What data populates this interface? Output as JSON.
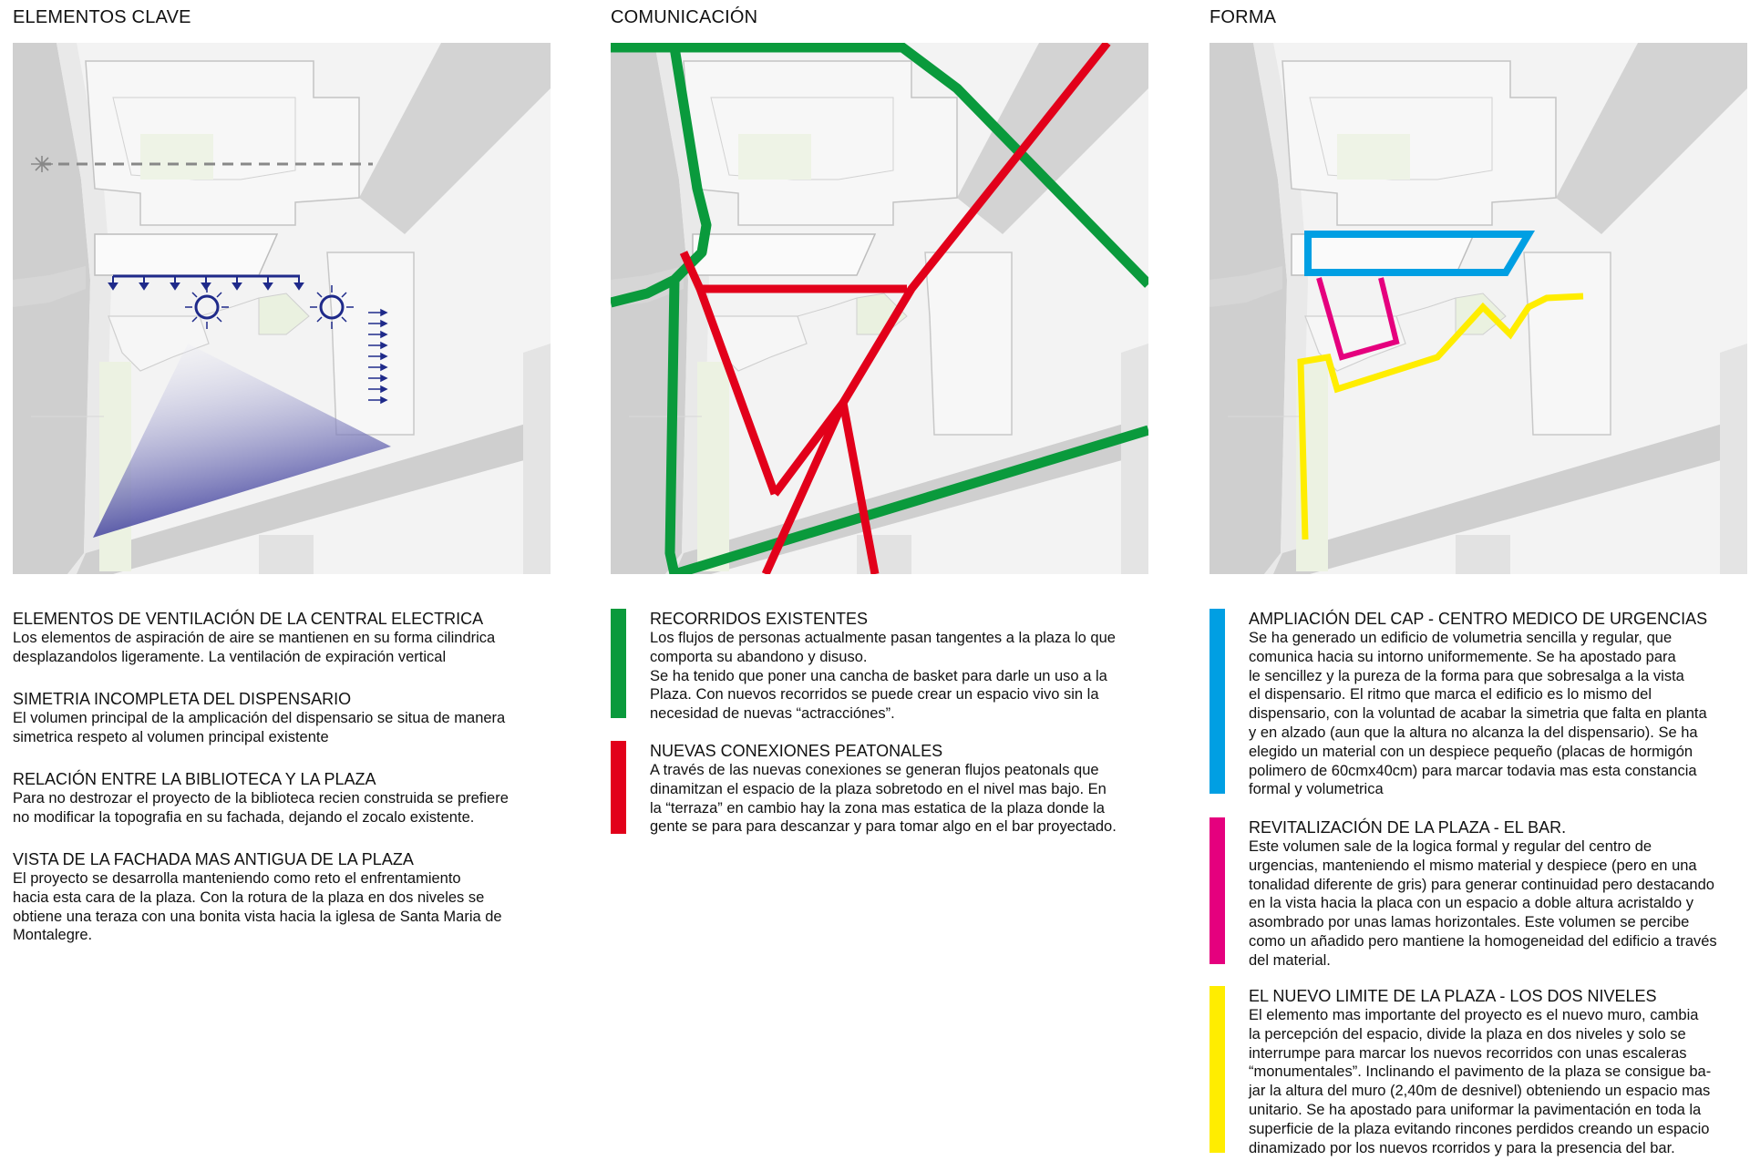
{
  "columns": [
    {
      "title": "ELEMENTOS CLAVE",
      "sections": [
        {
          "heading": "ELEMENTOS DE VENTILACIÓN DE LA CENTRAL ELECTRICA",
          "lines": [
            "Los elementos de aspiración de aire se mantienen en su forma cilindrica",
            "desplazandolos ligeramente. La ventilación de expiración vertical"
          ]
        },
        {
          "heading": "SIMETRIA INCOMPLETA DEL DISPENSARIO",
          "lines": [
            "El volumen principal de la amplicación del dispensario se situa de manera",
            "simetrica respeto al volumen principal existente"
          ]
        },
        {
          "heading": "RELACIÓN ENTRE LA BIBLIOTECA Y LA PLAZA",
          "lines": [
            "Para no destrozar el proyecto de la biblioteca recien construida se prefiere",
            "no modificar la topografia en su fachada, dejando el zocalo existente."
          ]
        },
        {
          "heading": "VISTA DE LA FACHADA MAS ANTIGUA DE LA PLAZA",
          "lines": [
            "El proyecto se desarrolla manteniendo como reto el enfrentamiento",
            "hacia esta cara de la plaza. Con la rotura de la plaza en dos niveles se",
            "obtiene una teraza con una bonita vista hacia la iglesa de Santa Maria de",
            "Montalegre."
          ]
        }
      ]
    },
    {
      "title": "COMUNICACIÓN",
      "sections": [
        {
          "heading": "RECORRIDOS EXISTENTES",
          "color": "#0a9a3c",
          "lines": [
            "Los flujos de personas actualmente pasan tangentes a la plaza lo que",
            "comporta su abandono y disuso.",
            "Se ha tenido que poner una cancha de basket para darle un uso a la",
            "Plaza. Con nuevos recorridos se puede crear un espacio vivo sin la",
            "necesidad de nuevas “actracciónes”."
          ]
        },
        {
          "heading": "NUEVAS CONEXIONES PEATONALES",
          "color": "#e2001a",
          "lines": [
            "A través de las nuevas conexiones se generan flujos peatonals que",
            "dinamitzan el espacio de la plaza sobretodo en el nivel mas bajo. En",
            "la “terraza” en cambio hay la zona mas estatica de la plaza donde la",
            "gente se para para descanzar y para tomar algo en el bar proyectado."
          ]
        }
      ]
    },
    {
      "title": "FORMA",
      "sections": [
        {
          "heading": "AMPLIACIÓN DEL CAP - CENTRO MEDICO DE URGENCIAS",
          "color": "#009fe3",
          "lines": [
            "Se ha generado un edificio de volumetria sencilla y regular, que",
            "comunica hacia su intorno uniformemente. Se ha apostado para",
            "le sencillez y la pureza de la forma para que sobresalga a la vista",
            "el dispensario. El ritmo que marca el edificio es lo mismo del",
            "dispensario, con la voluntad de acabar la simetria que falta en planta",
            "y en alzado (aun que la altura no alcanza la del dispensario). Se ha",
            "elegido un material con un despiece pequeño (placas de hormigón",
            "polimero de 60cmx40cm) para marcar todavia mas esta constancia",
            "formal y volumetrica"
          ]
        },
        {
          "heading": "REVITALIZACIÓN DE LA PLAZA - EL BAR.",
          "color": "#e5007e",
          "lines": [
            "Este volumen sale de la logica formal y regular del centro de",
            "urgencias, manteniendo el mismo material y despiece (pero en una",
            "tonalidad diferente de gris) para generar continuidad pero destacando",
            "en la vista hacia la placa con un espacio a doble altura acristaldo y",
            "asombrado por unas lamas horizontales. Este volumen se percibe",
            "como un añadido pero mantiene la homogeneidad del edificio a través",
            "del material."
          ]
        },
        {
          "heading": "EL NUEVO LIMITE DE LA PLAZA - LOS DOS NIVELES",
          "color": "#ffed00",
          "lines": [
            "El elemento mas importante del proyecto es el nuevo muro, cambia",
            "la percepción del espacio, divide la plaza en dos niveles y solo se",
            "interrumpe para marcar los nuevos recorridos con unas escaleras",
            "“monumentales”. Inclinando el pavimento de la plaza se consigue ba-",
            "jar la altura del muro (2,40m de desnivel) obteniendo un espacio mas",
            "unitario. Se ha apostado para uniformar la pavimentación en toda la",
            "superficie de la plaza evitando rincones perdidos creando un espacio",
            "dinamizado por los nuevos rcorridos y para la presencia del bar."
          ]
        }
      ]
    }
  ],
  "colors": {
    "green": "#0a9a3c",
    "red": "#e2001a",
    "blue": "#009fe3",
    "magenta": "#e5007e",
    "yellow": "#ffed00",
    "navy": "#1f2a8a"
  }
}
